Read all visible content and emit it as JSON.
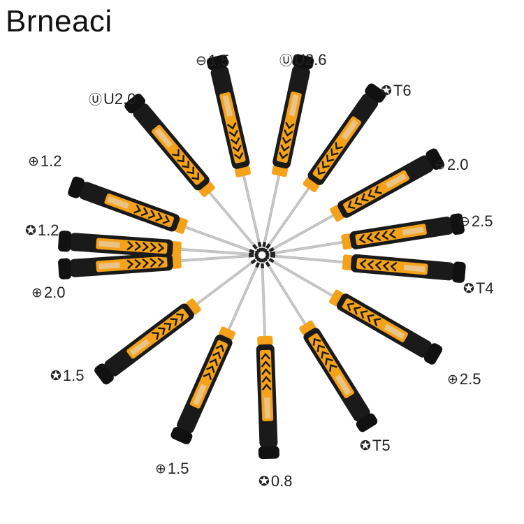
{
  "brand": "Brneaci",
  "colors": {
    "handle": "#1a1a1a",
    "grip": "#f5a21b",
    "shaft": "#c8c8c8"
  },
  "tools": [
    {
      "symbol": "⊖",
      "size": "1.5",
      "icon": "slotted-icon"
    },
    {
      "symbol": "Ⓤ",
      "size": "U2.6",
      "icon": "u-type-icon"
    },
    {
      "symbol": "✪",
      "size": "T6",
      "icon": "torx-icon"
    },
    {
      "symbol": "⊖",
      "size": "2.0",
      "icon": "slotted-icon"
    },
    {
      "symbol": "⊖",
      "size": "2.5",
      "icon": "slotted-icon"
    },
    {
      "symbol": "✪",
      "size": "T4",
      "icon": "torx-icon"
    },
    {
      "symbol": "⊕",
      "size": "2.5",
      "icon": "phillips-icon"
    },
    {
      "symbol": "✪",
      "size": "T5",
      "icon": "torx-icon"
    },
    {
      "symbol": "✪",
      "size": "0.8",
      "icon": "pentalobe-icon"
    },
    {
      "symbol": "⊕",
      "size": "1.5",
      "icon": "phillips-icon"
    },
    {
      "symbol": "✪",
      "size": "1.5",
      "icon": "pentalobe-icon"
    },
    {
      "symbol": "⊕",
      "size": "2.0",
      "icon": "phillips-icon"
    },
    {
      "symbol": "✪",
      "size": "1.2",
      "icon": "pentalobe-icon"
    },
    {
      "symbol": "⊕",
      "size": "1.2",
      "icon": "phillips-icon"
    },
    {
      "symbol": "Ⓤ",
      "size": "U2.0",
      "icon": "u-type-icon"
    }
  ]
}
